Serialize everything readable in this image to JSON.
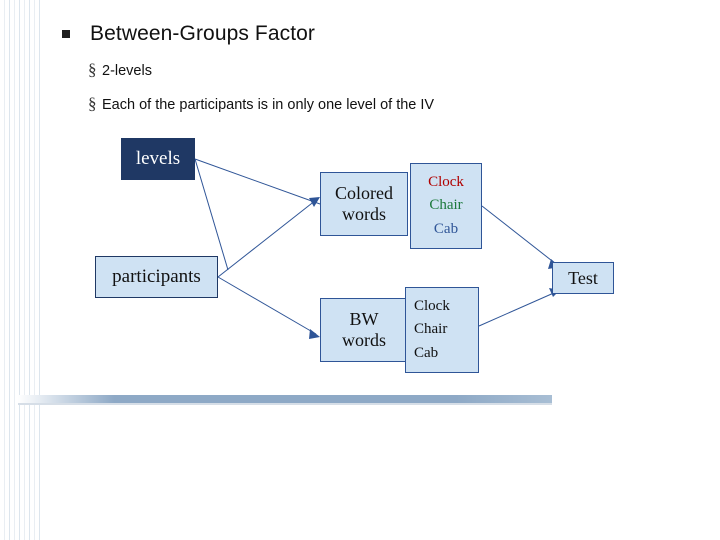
{
  "slide": {
    "title": "Between-Groups Factor",
    "bullets": [
      {
        "mark": "§",
        "text": "2-levels"
      },
      {
        "mark": "§",
        "text": "Each of the participants is in only one level of the IV"
      }
    ],
    "diagram": {
      "nodes": {
        "levels": "levels",
        "participants": "participants",
        "colored_words_line1": "Colored",
        "colored_words_line2": "words",
        "bw_words_line1": "BW",
        "bw_words_line2": "words",
        "test": "Test"
      },
      "word_list_colored": [
        {
          "text": "Clock",
          "color": "#b00000"
        },
        {
          "text": "Chair",
          "color": "#1c7a3c"
        },
        {
          "text": "Cab",
          "color": "#2f5597"
        }
      ],
      "word_list_bw": [
        {
          "text": "Clock",
          "color": "#111111"
        },
        {
          "text": "Chair",
          "color": "#111111"
        },
        {
          "text": "Cab",
          "color": "#111111"
        }
      ],
      "colors": {
        "node_fill": "#cfe2f3",
        "node_border": "#2f5597",
        "levels_fill": "#1f3864",
        "levels_text": "#ffffff",
        "connector": "#2f5597"
      }
    }
  }
}
